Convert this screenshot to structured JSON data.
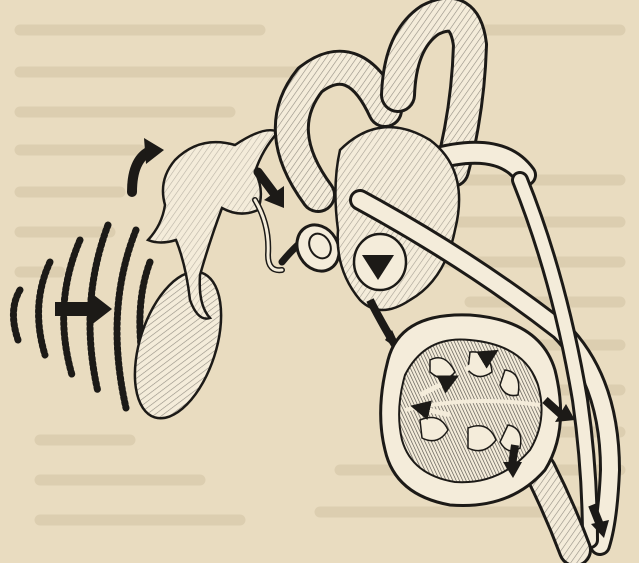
{
  "illustration": {
    "subject": "sound-transmission-through-ear",
    "parts": [
      "sound-waves",
      "eardrum",
      "middle-ear-ossicles",
      "oval-window",
      "semicircular-canals",
      "vestibule",
      "cochlea-cross-section",
      "auditory-nerve"
    ],
    "icons": {
      "wave_direction": "arrow-right-icon",
      "ossicle_rotation": "curved-arrow-icon",
      "stapes_push": "arrow-down-icon",
      "fluid_flow": "arrow-icon"
    }
  },
  "colors": {
    "paper": "#e9dcc0",
    "ink": "#1c1a17",
    "bone": "#f4ecda",
    "shade": "#8d8476",
    "bleed_text": "#d2c3a4"
  }
}
